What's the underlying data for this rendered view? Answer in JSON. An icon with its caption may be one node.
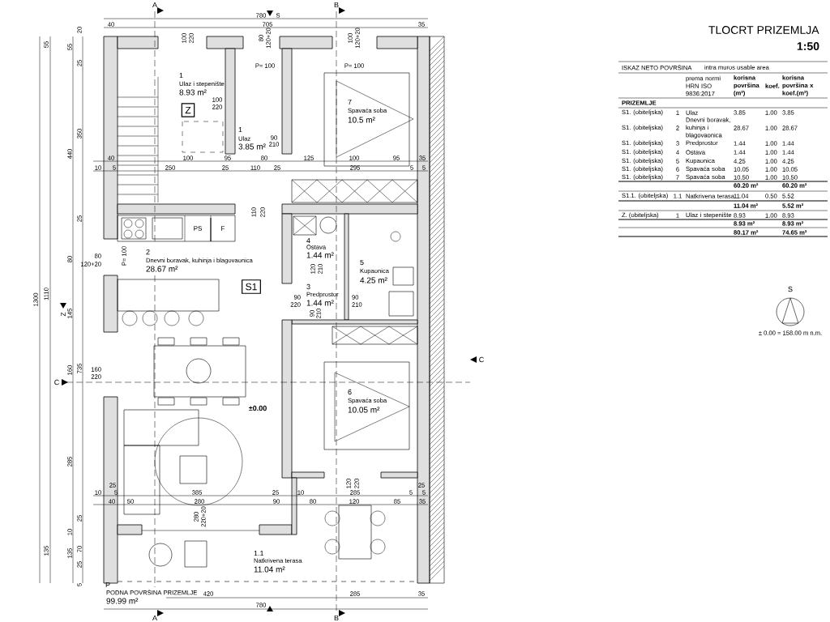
{
  "diagram": {
    "title": "TLOCRT PRIZEMLJA",
    "nodes": [
      {
        "text": [
          "Z"
        ]
      },
      {
        "text": [
          "S1"
        ]
      }
    ],
    "labels": [
      "A",
      "B",
      "780",
      "S",
      "40",
      "705",
      "35",
      "100",
      "220",
      "80",
      "120+20",
      "100",
      "120+20",
      "P= 100",
      "P= 100",
      "55",
      "55",
      "20",
      "25",
      "440",
      "350",
      "1",
      "Ulaz i stepenište",
      "8.93 m²",
      "100",
      "220",
      "7",
      "Spavaća soba",
      "10.5 m²",
      "1",
      "Ulaz",
      "3.85 m²",
      "90",
      "210",
      "40",
      "100",
      "95",
      "80",
      "125",
      "100",
      "95",
      "35",
      "10",
      "5",
      "250",
      "25",
      "110",
      "25",
      "295",
      "5",
      "5",
      "25",
      "80",
      "1300",
      "1110",
      "145",
      "160",
      "735",
      "80",
      "120+20",
      "P= 100",
      "Z",
      "C",
      "160",
      "220",
      "2",
      "Dnevni boravak, kuhinja i blagovaonica",
      "28.67 m²",
      "PS",
      "F",
      "110",
      "220",
      "4",
      "Ostava",
      "1.44 m²",
      "120",
      "210",
      "5",
      "Kupaonica",
      "4.25 m²",
      "3",
      "Predprostor",
      "1.44 m²",
      "90",
      "220",
      "90",
      "210",
      "90",
      "210",
      "C",
      "6",
      "Spavaća soba",
      "±0.00",
      "10.05 m²",
      "285",
      "25",
      "10",
      "135",
      "70",
      "25",
      "5",
      "135",
      "10",
      "5",
      "385",
      "25",
      "10",
      "285",
      "5",
      "5",
      "25",
      "25",
      "40",
      "50",
      "280",
      "90",
      "80",
      "120",
      "85",
      "35",
      "280",
      "220+20",
      "120",
      "220",
      "1.1",
      "Natkrivena terasa",
      "11.04 m²",
      "P",
      "PODNA POVRŠINA PRIZEMLJE",
      "99.99 m²",
      "420",
      "285",
      "35",
      "780",
      "A",
      "B",
      "1:50",
      "ISKAZ NETO POVRŠINA",
      "intra muros usable area",
      "prema normi HRN ISO 9836:2017",
      "korisna površina (m²)",
      "koef.",
      "korisna površina x koef.(m²)",
      "PRIZEMLJE",
      "S1. (obiteljska)",
      "1",
      "Ulaz",
      "3.85",
      "1.00",
      "3.85",
      "S1. (obiteljska)",
      "2",
      "Dnevni boravak, kuhinja i blagovaonica",
      "28.67",
      "1.00",
      "28.67",
      "S1. (obiteljska)",
      "3",
      "Predprostor",
      "1.44",
      "1.00",
      "1.44",
      "S1. (obiteljska)",
      "4",
      "Ostava",
      "1.44",
      "1.00",
      "1.44",
      "S1. (obiteljska)",
      "5",
      "Kupaonica",
      "4.25",
      "1.00",
      "4.25",
      "S1. (obiteljska)",
      "6",
      "Spavaća soba",
      "10.05",
      "1.00",
      "10.05",
      "S1. (obiteljska)",
      "7",
      "Spavaća soba",
      "10.50",
      "1.00",
      "10.50",
      "60.20 m²",
      "60.20 m²",
      "S1.1. (obiteljska)",
      "1.1",
      "Natkrivena terasa",
      "11.04",
      "0.50",
      "5.52",
      "11.04 m²",
      "5.52 m²",
      "Z. (obiteljska)",
      "1",
      "Ulaz i stepenište",
      "8.93",
      "1.00",
      "8.93",
      "8.93 m²",
      "8.93 m²",
      "80.17 m²",
      "74.65 m²",
      "S",
      "± 0.00 = 158.00 m n.m."
    ]
  }
}
